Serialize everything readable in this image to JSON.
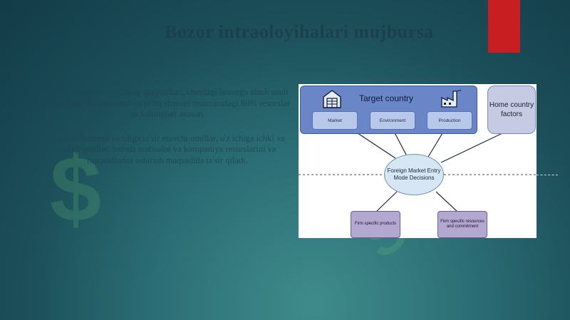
{
  "slide": {
    "title": "Bozor intraoloyihalari mujbursa"
  },
  "body": {
    "paragraph_1": "Xorijiy bozorga kirishning maqsadlari, chetdagi bozorga ulash usuli tanlanmoqda va maqsad va to'liq sharoiti manzaradagi 80% resurslar va kaltinglari asosan.",
    "paragraph_2": "Xalqaro bozorga kirishga ta'sir etuvchi omillar, o'z ichiga ichki va tashqi omillar, hamda mahsulot va kompaniya resurslarini va maqsadlarini oshirish maqsadida ta'sir qiladi."
  },
  "diagram": {
    "target_title": "Target country",
    "target_items": [
      "Market",
      "Environment",
      "Production"
    ],
    "home_factors": "Home country factors",
    "center": "Foreign Market Entry Mode Decisions",
    "bottom_left": "Firm specific products",
    "bottom_right": "Firm specific resources and commitment",
    "icons": [
      "warehouse-icon",
      "factory-icon"
    ]
  },
  "watermarks": [
    "$",
    "Sott"
  ],
  "colors": {
    "accent": "#c81e22",
    "target_box": "#6b86c6",
    "home_box": "#c6cbe3",
    "bottom_boxes": "#b3a8cf"
  }
}
